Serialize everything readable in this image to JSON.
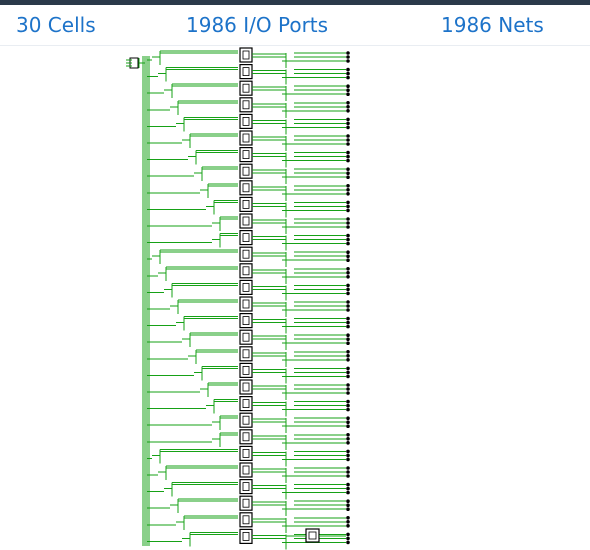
{
  "summary": {
    "cells_label": "30 Cells",
    "ports_label": "1986 I/O Ports",
    "nets_label": "1986 Nets"
  },
  "colors": {
    "link": "#1d73c9",
    "wire": "#16a116",
    "cell_border": "#000000",
    "cell_fill": "#ffffff",
    "port": "#000000"
  },
  "schematic": {
    "cells": 30,
    "io_ports": 1986,
    "nets": 1986,
    "view": "netlist schematic"
  }
}
